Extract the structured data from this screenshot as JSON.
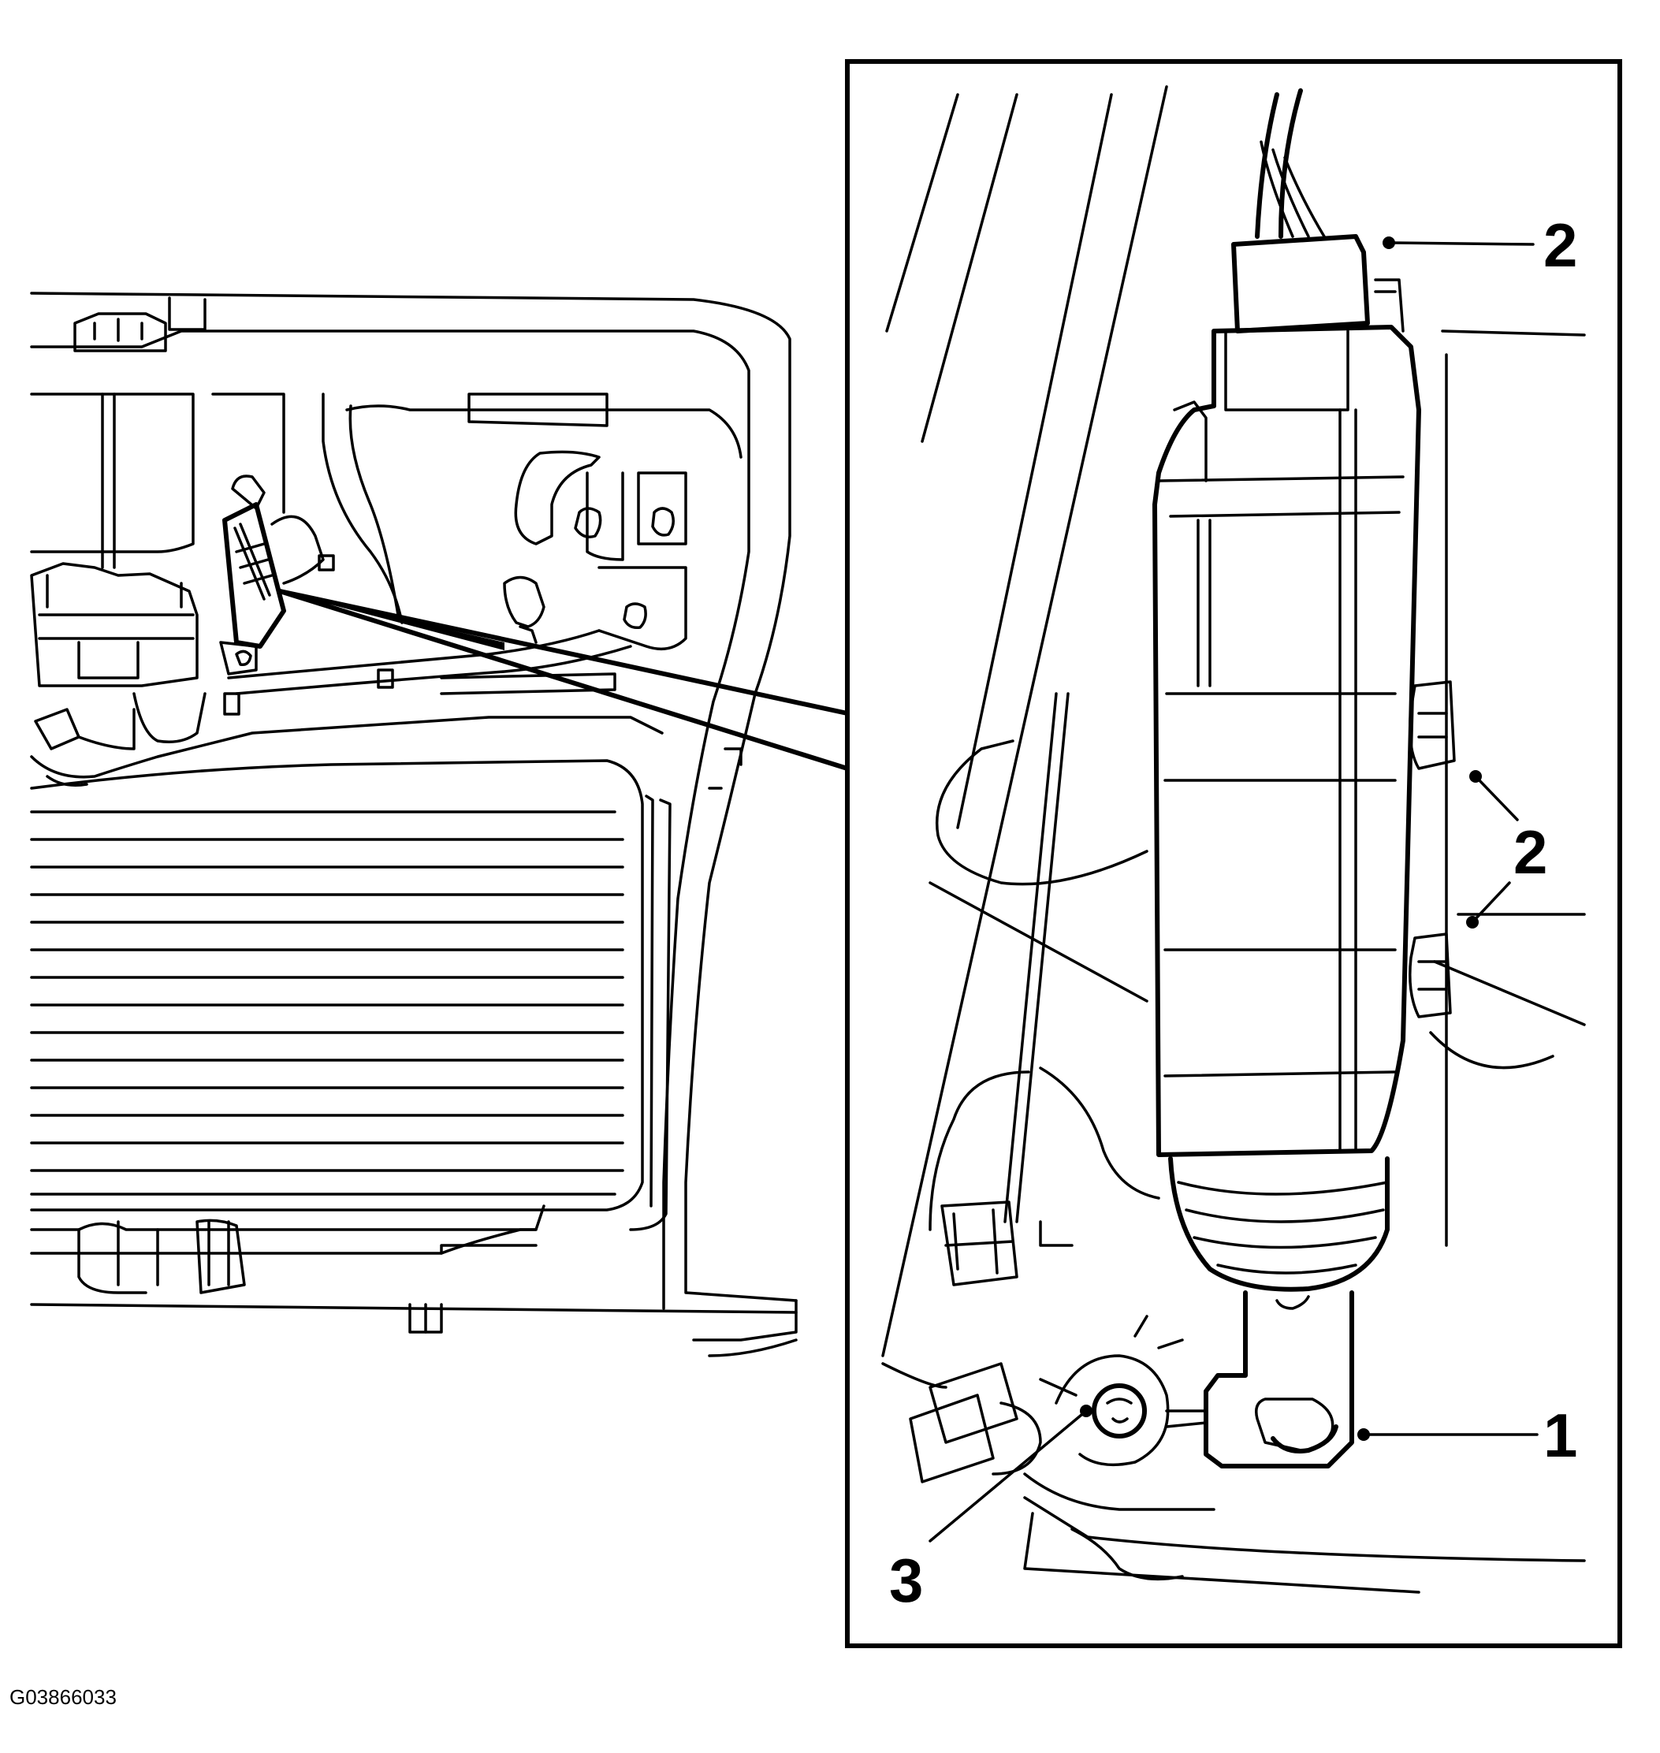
{
  "callouts": [
    {
      "id": "c1",
      "label": "1"
    },
    {
      "id": "c2a",
      "label": "2"
    },
    {
      "id": "c2b",
      "label": "2"
    },
    {
      "id": "c3",
      "label": "3"
    }
  ],
  "figure_id": "G03866033"
}
